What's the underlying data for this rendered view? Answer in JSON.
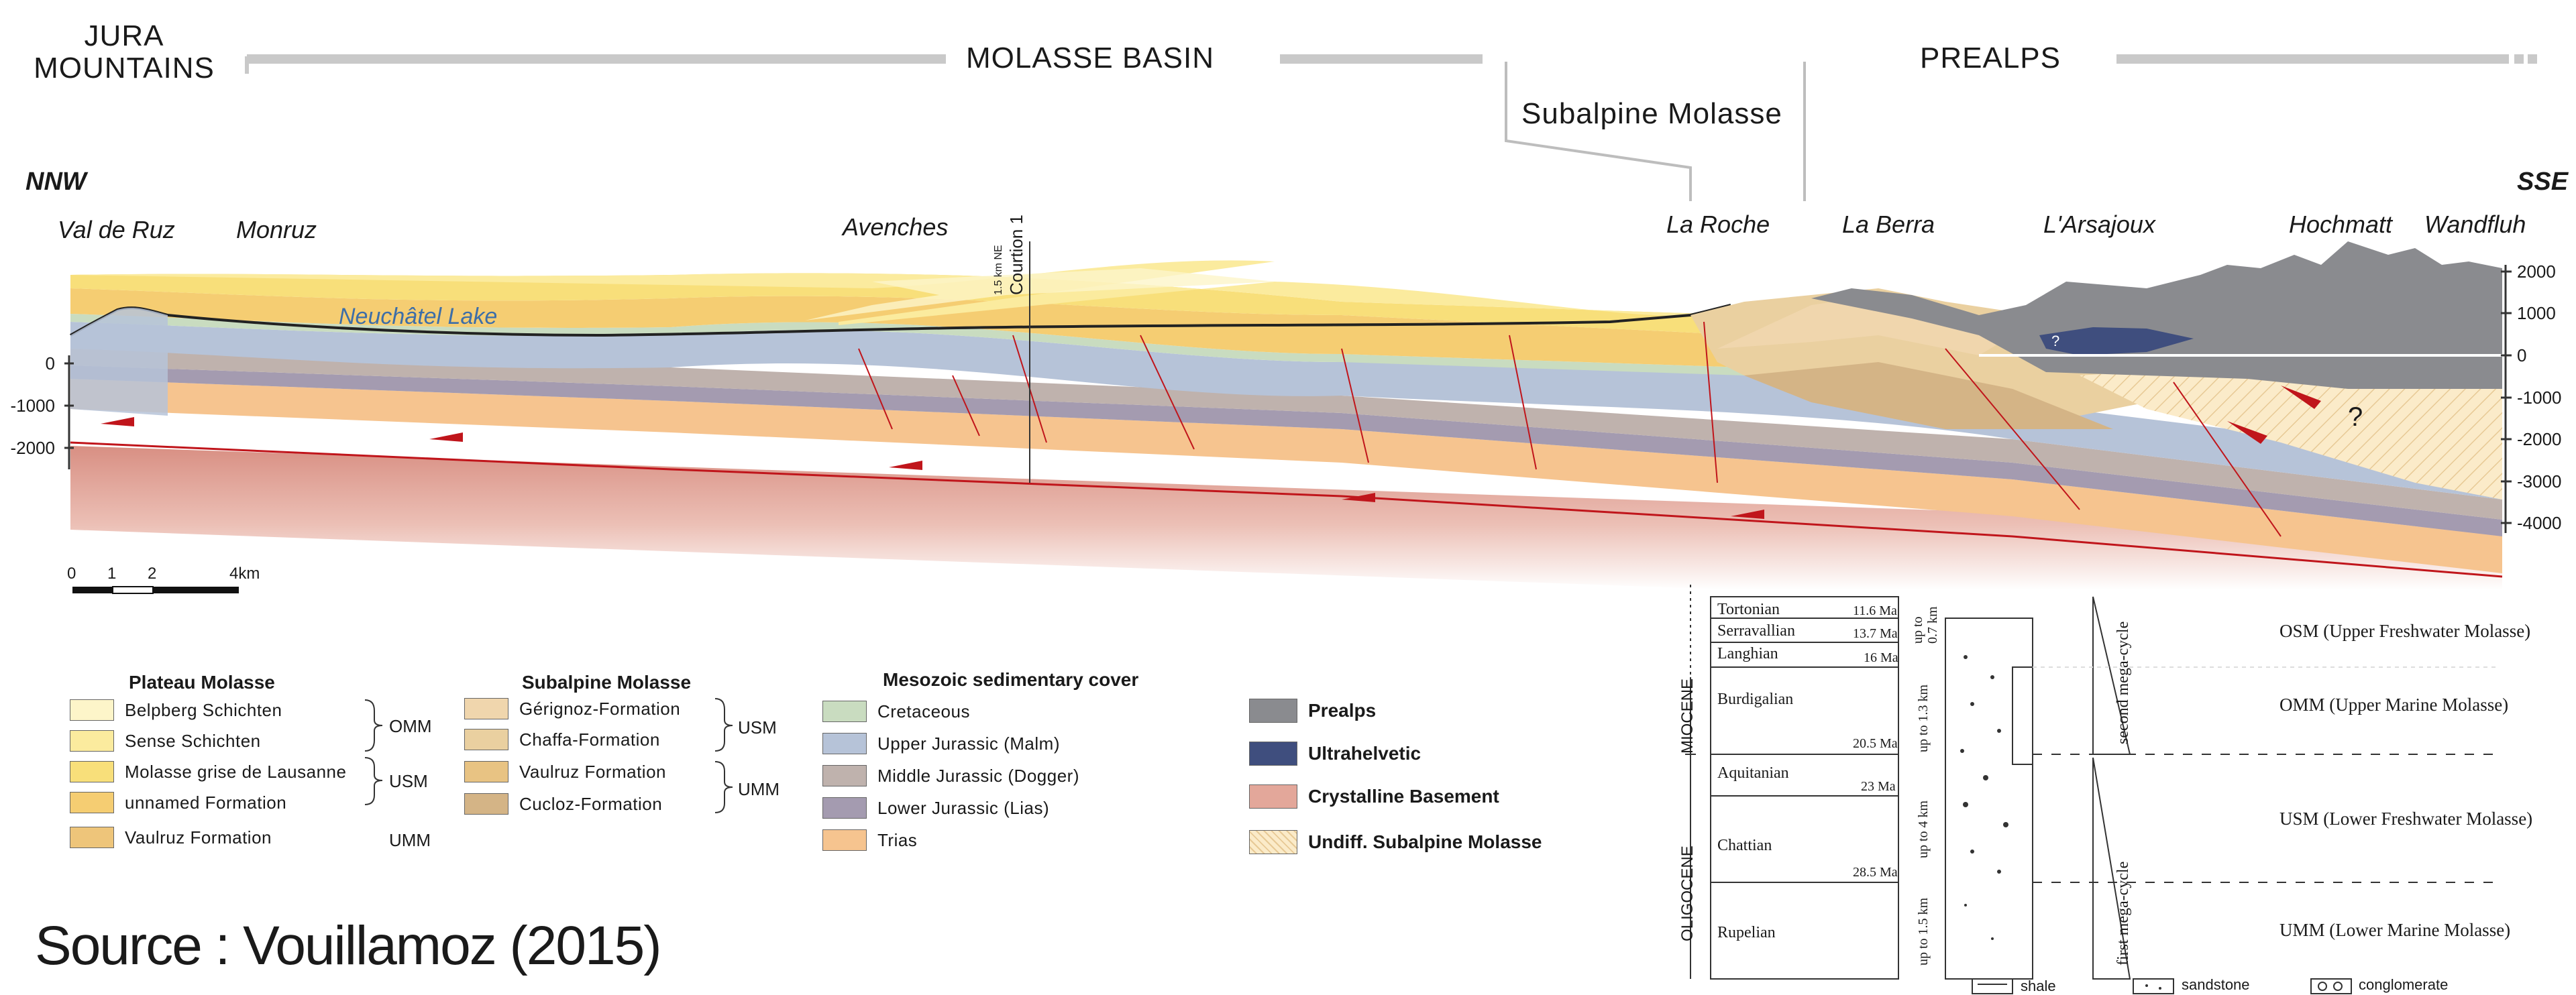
{
  "header": {
    "jura": "JURA\nMOUNTAINS",
    "molasse_basin": "MOLASSE BASIN",
    "subalpine_molasse": "Subalpine Molasse",
    "prealps": "PREALPS"
  },
  "orientation": {
    "left": "NNW",
    "right": "SSE"
  },
  "locations": [
    "Val de Ruz",
    "Monruz",
    "Avenches",
    "La Roche",
    "La Berra",
    "L'Arsajoux",
    "Hochmatt",
    "Wandfluh"
  ],
  "lake": "Neuchâtel Lake",
  "well": {
    "name": "Courtion 1",
    "note": "1.5 km NE"
  },
  "unknown_marks": [
    "?",
    "?"
  ],
  "left_axis": [
    "0",
    "-1000",
    "-2000"
  ],
  "right_axis": [
    "2000",
    "1000",
    "0",
    "-1000",
    "-2000",
    "-3000",
    "-4000"
  ],
  "scale_bar": {
    "labels": [
      "0",
      "1",
      "2",
      "4km"
    ]
  },
  "colors": {
    "belpberg": "#fdf5c9",
    "sense": "#fbeb9e",
    "molasse_grise": "#f8df7a",
    "unnamed": "#f5cd72",
    "vaulruz_formation_plateau": "#eec57a",
    "gerignoz": "#f0d6ad",
    "chaffa": "#ead0a0",
    "vaulruz_formation": "#e8c383",
    "cucloz": "#d4b486",
    "cretaceous": "#c9dcc0",
    "malm": "#b6c3d8",
    "dogger": "#bfb2ad",
    "lias": "#a49bb0",
    "trias": "#f6c48f",
    "prealps": "#8a8b8f",
    "ultrahelvetic": "#3f4e7e",
    "basement": "#e3a79a",
    "undiff": "#fbebc9",
    "fault": "#c0151b"
  },
  "legend": {
    "plateau": {
      "title": "Plateau Molasse",
      "items": [
        "Belpberg Schichten",
        "Sense Schichten",
        "Molasse grise de Lausanne",
        "unnamed Formation",
        "Vaulruz Formation"
      ],
      "groups": [
        "OMM",
        "USM",
        "UMM"
      ]
    },
    "subalpine": {
      "title": "Subalpine Molasse",
      "items": [
        "Gérignoz-Formation",
        "Chaffa-Formation",
        "Vaulruz Formation",
        "Cucloz-Formation"
      ],
      "groups": [
        "USM",
        "UMM"
      ]
    },
    "mesozoic": {
      "title": "Mesozoic sedimentary cover",
      "items": [
        "Cretaceous",
        "Upper Jurassic (Malm)",
        "Middle Jurassic (Dogger)",
        "Lower Jurassic (Lias)",
        "Trias"
      ]
    },
    "other": [
      "Prealps",
      "Ultrahelvetic",
      "Crystalline Basement",
      "Undiff. Subalpine Molasse"
    ]
  },
  "strat_column": {
    "epochs": [
      "MIOCENE",
      "OLIGOCENE"
    ],
    "stages": [
      "Tortonian",
      "Serravallian",
      "Langhian",
      "Burdigalian",
      "Aquitanian",
      "Chattian",
      "Rupelian"
    ],
    "ages": [
      "11.6 Ma",
      "13.7 Ma",
      "16 Ma",
      "20.5 Ma",
      "23 Ma",
      "28.5 Ma"
    ],
    "thicknesses": [
      "up to\n0.7 km",
      "up to 1.3 km",
      "up to 4 km",
      "up to 1.5 km"
    ],
    "cycles": [
      "second mega-cycle",
      "first mega-cycle"
    ],
    "units": [
      "OSM (Upper Freshwater Molasse)",
      "OMM (Upper Marine Molasse)",
      "USM (Lower Freshwater Molasse)",
      "UMM (Lower Marine Molasse)"
    ],
    "lithology": [
      "shale",
      "sandstone",
      "conglomerate"
    ]
  },
  "source": "Source : Vouillamoz (2015)"
}
